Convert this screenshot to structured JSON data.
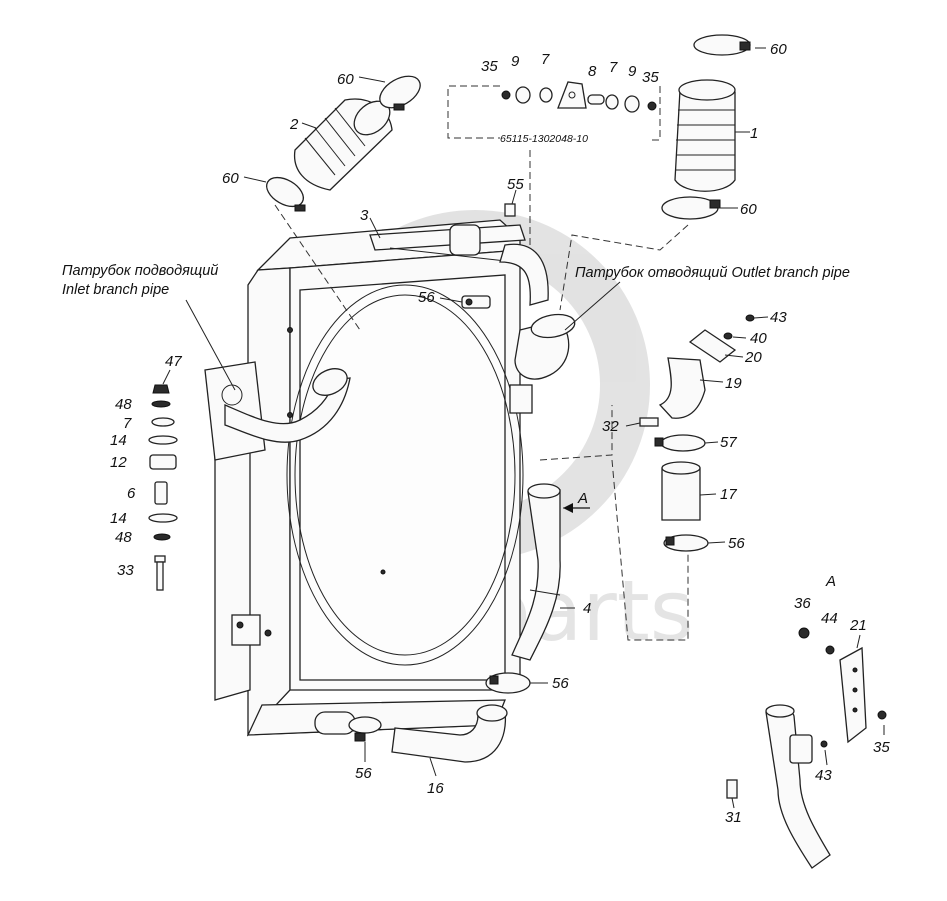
{
  "watermark": {
    "text": "data-parts"
  },
  "captions": {
    "inlet_ru": "Патрубок подводящий",
    "inlet_en": "Inlet branch pipe",
    "outlet": "Патрубок отводящий Outlet branch pipe",
    "kit_code": "65115-1302048-10",
    "view_a_label": "A",
    "view_a_arrow": "A"
  },
  "callouts": [
    {
      "id": "n60a",
      "text": "60"
    },
    {
      "id": "n2",
      "text": "2"
    },
    {
      "id": "n60b",
      "text": "60"
    },
    {
      "id": "n3",
      "text": "3"
    },
    {
      "id": "n35a",
      "text": "35"
    },
    {
      "id": "n9a",
      "text": "9"
    },
    {
      "id": "n7a",
      "text": "7"
    },
    {
      "id": "n8",
      "text": "8"
    },
    {
      "id": "n7b",
      "text": "7"
    },
    {
      "id": "n9b",
      "text": "9"
    },
    {
      "id": "n35b",
      "text": "35"
    },
    {
      "id": "n60c",
      "text": "60"
    },
    {
      "id": "n1",
      "text": "1"
    },
    {
      "id": "n60d",
      "text": "60"
    },
    {
      "id": "n55",
      "text": "55"
    },
    {
      "id": "n56a",
      "text": "56"
    },
    {
      "id": "n43a",
      "text": "43"
    },
    {
      "id": "n40",
      "text": "40"
    },
    {
      "id": "n20",
      "text": "20"
    },
    {
      "id": "n19",
      "text": "19"
    },
    {
      "id": "n32",
      "text": "32"
    },
    {
      "id": "n57",
      "text": "57"
    },
    {
      "id": "n17",
      "text": "17"
    },
    {
      "id": "n56b",
      "text": "56"
    },
    {
      "id": "n47",
      "text": "47"
    },
    {
      "id": "n48a",
      "text": "48"
    },
    {
      "id": "n7c",
      "text": "7"
    },
    {
      "id": "n14a",
      "text": "14"
    },
    {
      "id": "n12",
      "text": "12"
    },
    {
      "id": "n6",
      "text": "6"
    },
    {
      "id": "n14b",
      "text": "14"
    },
    {
      "id": "n48b",
      "text": "48"
    },
    {
      "id": "n33",
      "text": "33"
    },
    {
      "id": "n4",
      "text": "4"
    },
    {
      "id": "n56c",
      "text": "56"
    },
    {
      "id": "n56d",
      "text": "56"
    },
    {
      "id": "n16",
      "text": "16"
    },
    {
      "id": "n36",
      "text": "36"
    },
    {
      "id": "n44",
      "text": "44"
    },
    {
      "id": "n21",
      "text": "21"
    },
    {
      "id": "n35c",
      "text": "35"
    },
    {
      "id": "n43b",
      "text": "43"
    },
    {
      "id": "n31",
      "text": "31"
    }
  ]
}
